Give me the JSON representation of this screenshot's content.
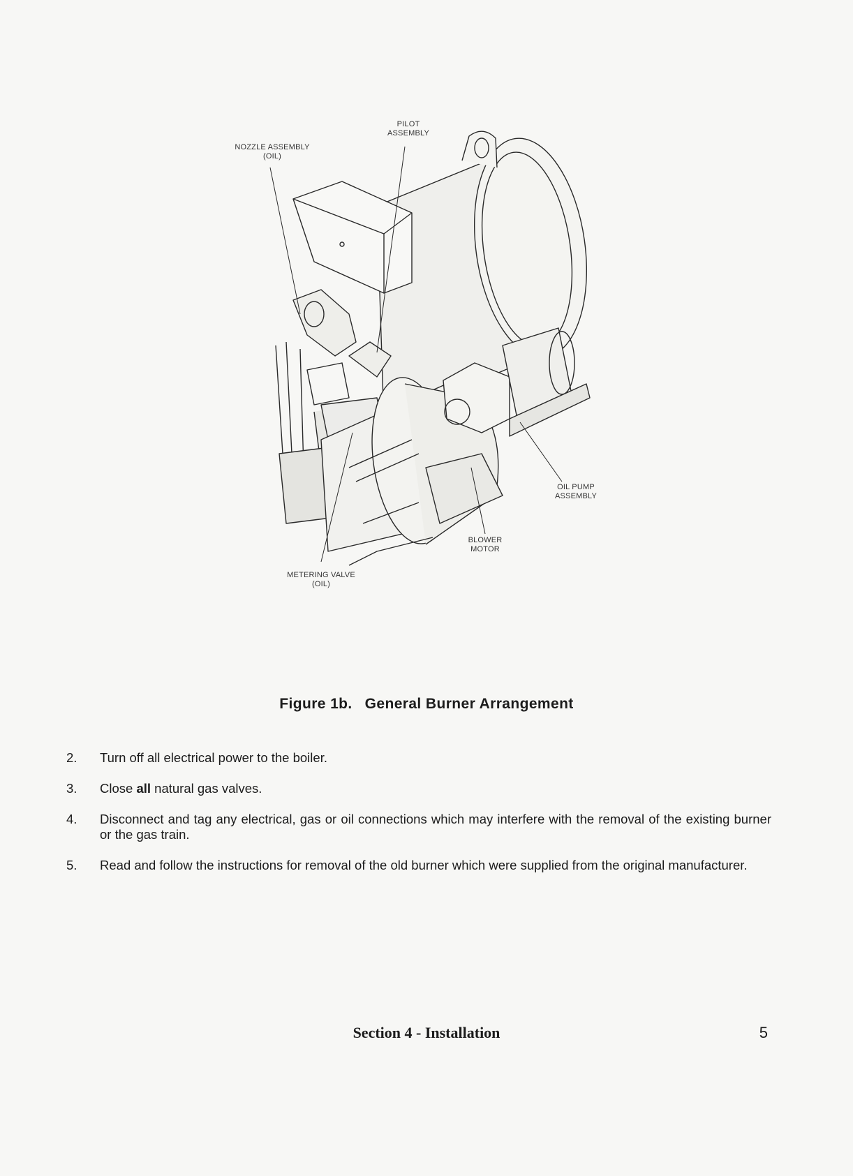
{
  "figure": {
    "callouts": {
      "nozzle": [
        "NOZZLE ASSEMBLY",
        "(OIL)"
      ],
      "pilot": [
        "PILOT",
        "ASSEMBLY"
      ],
      "oil_pump": [
        "OIL PUMP",
        "ASSEMBLY"
      ],
      "blower": [
        "BLOWER",
        "MOTOR"
      ],
      "metering": [
        "METERING VALVE",
        "(OIL)"
      ]
    },
    "caption_number": "Figure 1b.",
    "caption_title": "General Burner Arrangement"
  },
  "steps": [
    {
      "num": "2.",
      "pre": "Turn off all electrical power to the boiler.",
      "bold": "",
      "post": ""
    },
    {
      "num": "3.",
      "pre": "Close ",
      "bold": "all",
      "post": " natural gas valves."
    },
    {
      "num": "4.",
      "pre": "Disconnect and tag any electrical, gas or oil connections which may interfere with the removal of the existing burner or the gas train.",
      "bold": "",
      "post": ""
    },
    {
      "num": "5.",
      "pre": "Read and follow the instructions for removal of the old burner which were supplied from the original manufacturer.",
      "bold": "",
      "post": ""
    }
  ],
  "footer": {
    "section": "Section 4 - Installation",
    "page_number": "5"
  }
}
